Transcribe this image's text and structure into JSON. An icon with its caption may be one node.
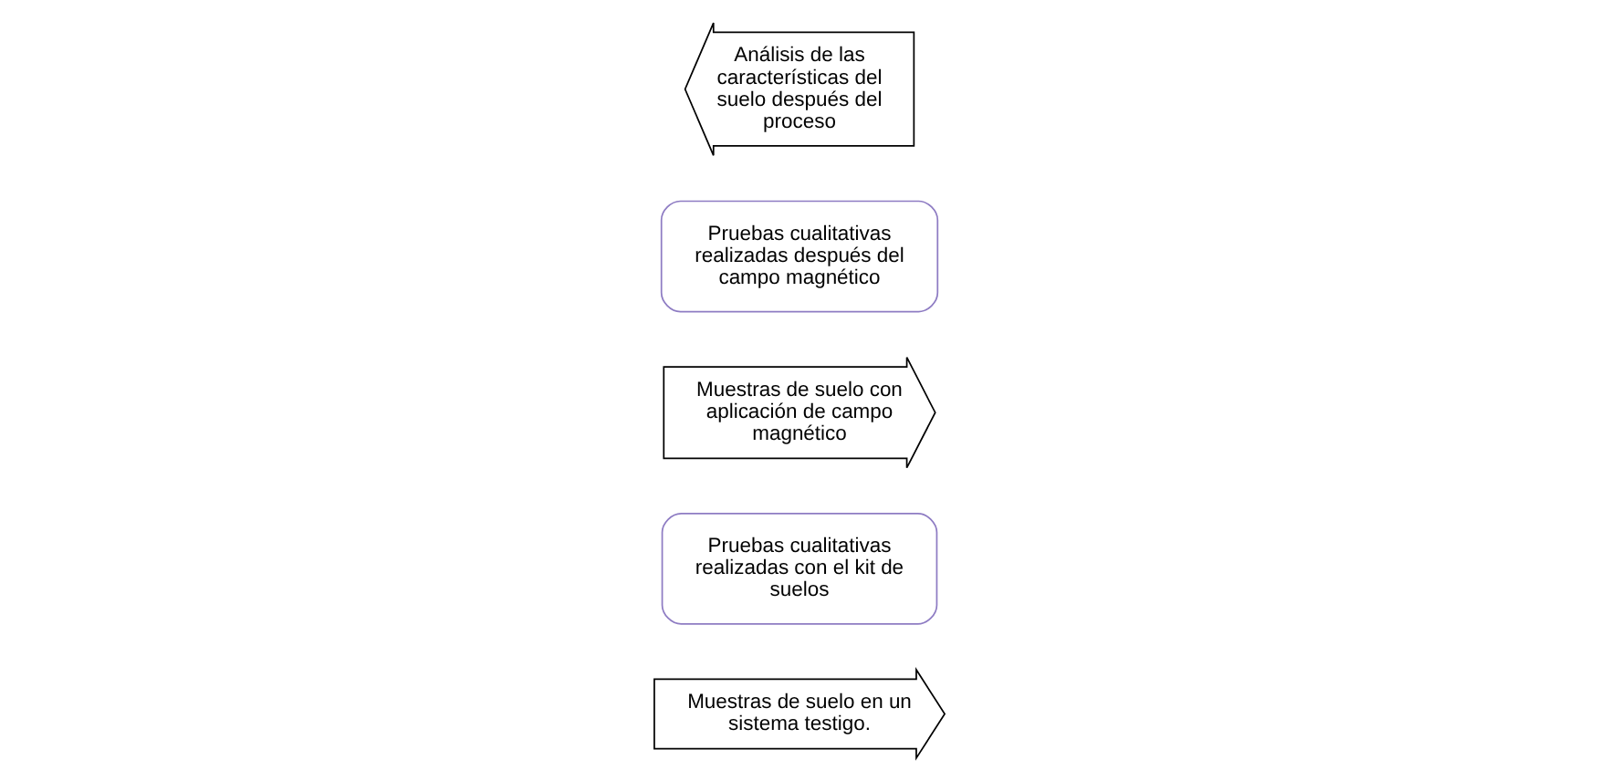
{
  "diagram": {
    "nodes": [
      {
        "text": [
          "Muestras de suelo en un sistema testigo."
        ]
      },
      {
        "text": [
          "Pruebas cualitativas realizadas con el kit de suelos"
        ]
      },
      {
        "text": [
          "Muestras de suelo con aplicación de campo magnético"
        ]
      },
      {
        "text": [
          "Pruebas cualitativas realizadas después del campo magnético"
        ]
      },
      {
        "text": [
          "Análisis de las características del suelo después del proceso"
        ]
      }
    ]
  }
}
